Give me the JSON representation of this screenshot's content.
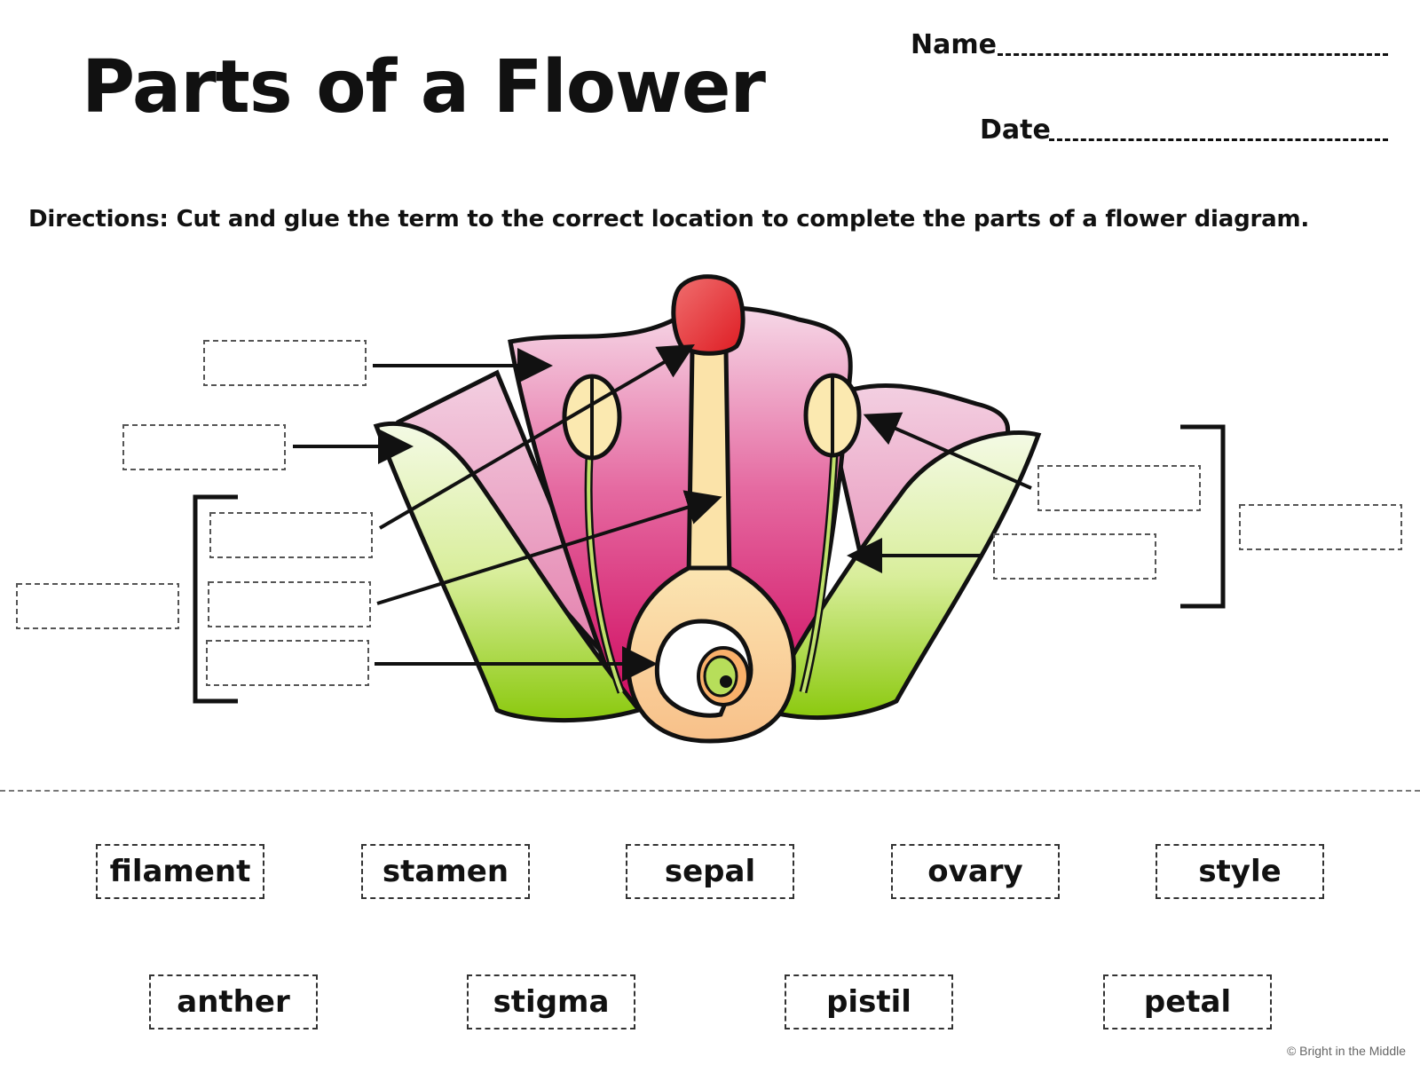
{
  "header": {
    "title": "Parts of a Flower",
    "name_label": "Name",
    "date_label": "Date"
  },
  "directions": "Directions: Cut and glue the term to the correct location to complete the parts of a flower diagram.",
  "terms_row1": [
    "filament",
    "stamen",
    "sepal",
    "ovary",
    "style"
  ],
  "terms_row2": [
    "anther",
    "stigma",
    "pistil",
    "petal"
  ],
  "footer": {
    "copyright": "© Bright in the Middle"
  },
  "colors": {
    "petal_top": "#f2c6dc",
    "petal_mid": "#e0508f",
    "petal_deep": "#d40f64",
    "sepal_light": "#eef7d2",
    "sepal_green": "#8fcc12",
    "stigma": "#e8202a",
    "style": "#fbe3a9",
    "ovary": "#fbd7a4"
  }
}
